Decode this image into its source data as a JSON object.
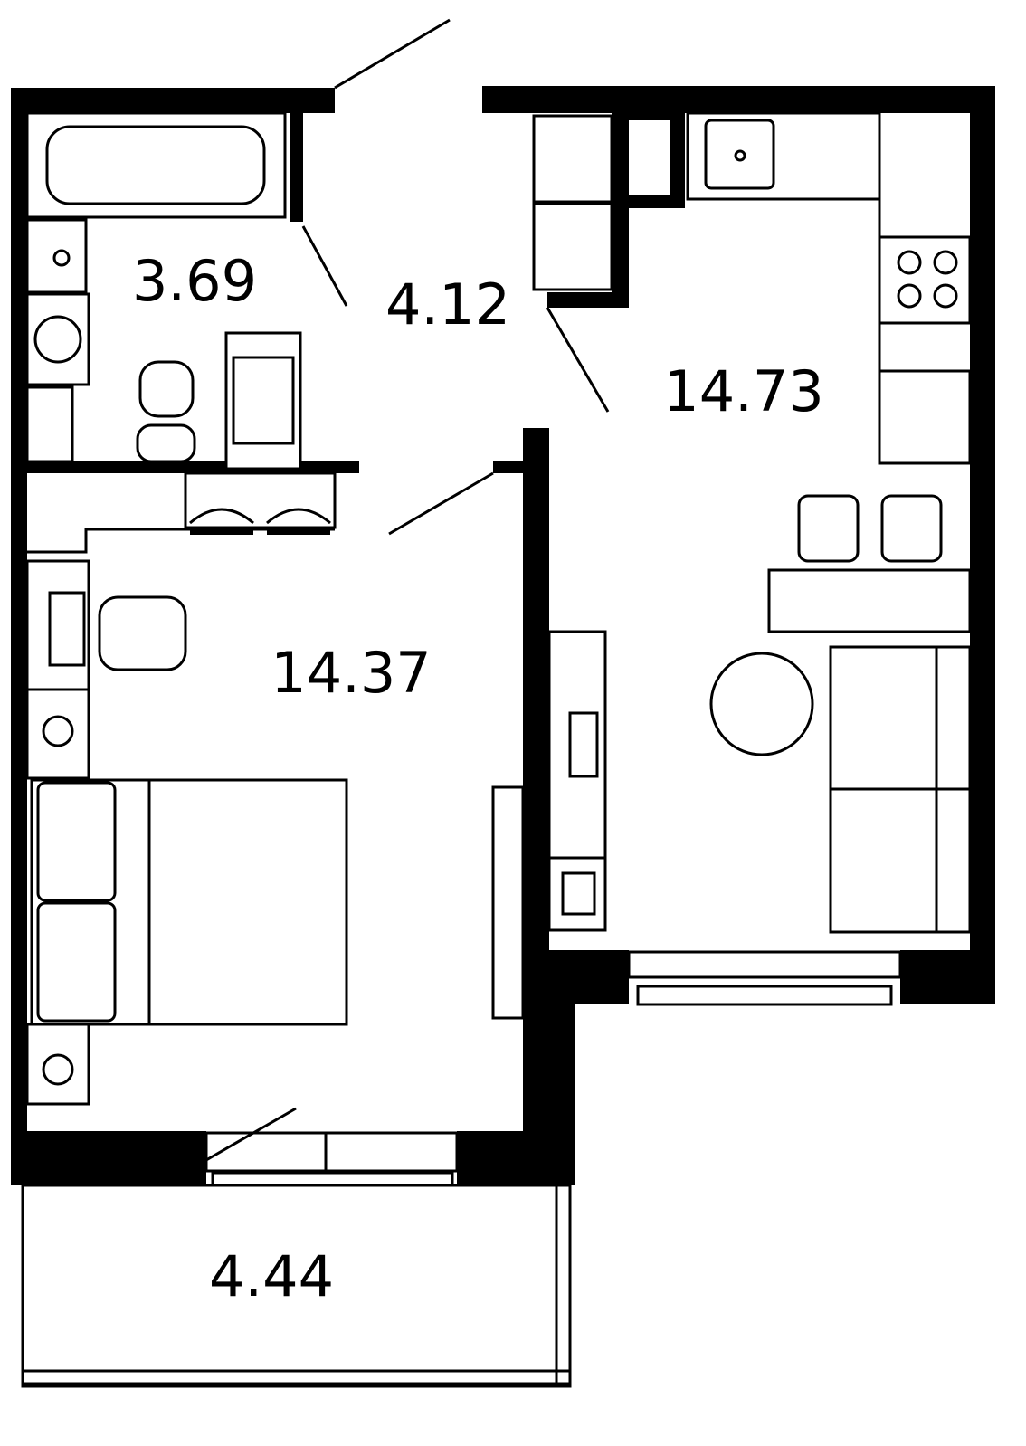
{
  "rooms": {
    "bathroom_area": "3.69",
    "hall_area": "4.12",
    "kitchen_living_area": "14.73",
    "bedroom_area": "14.37",
    "balcony_area": "4.44"
  },
  "colors": {
    "wall": "#000000",
    "background": "#ffffff"
  }
}
